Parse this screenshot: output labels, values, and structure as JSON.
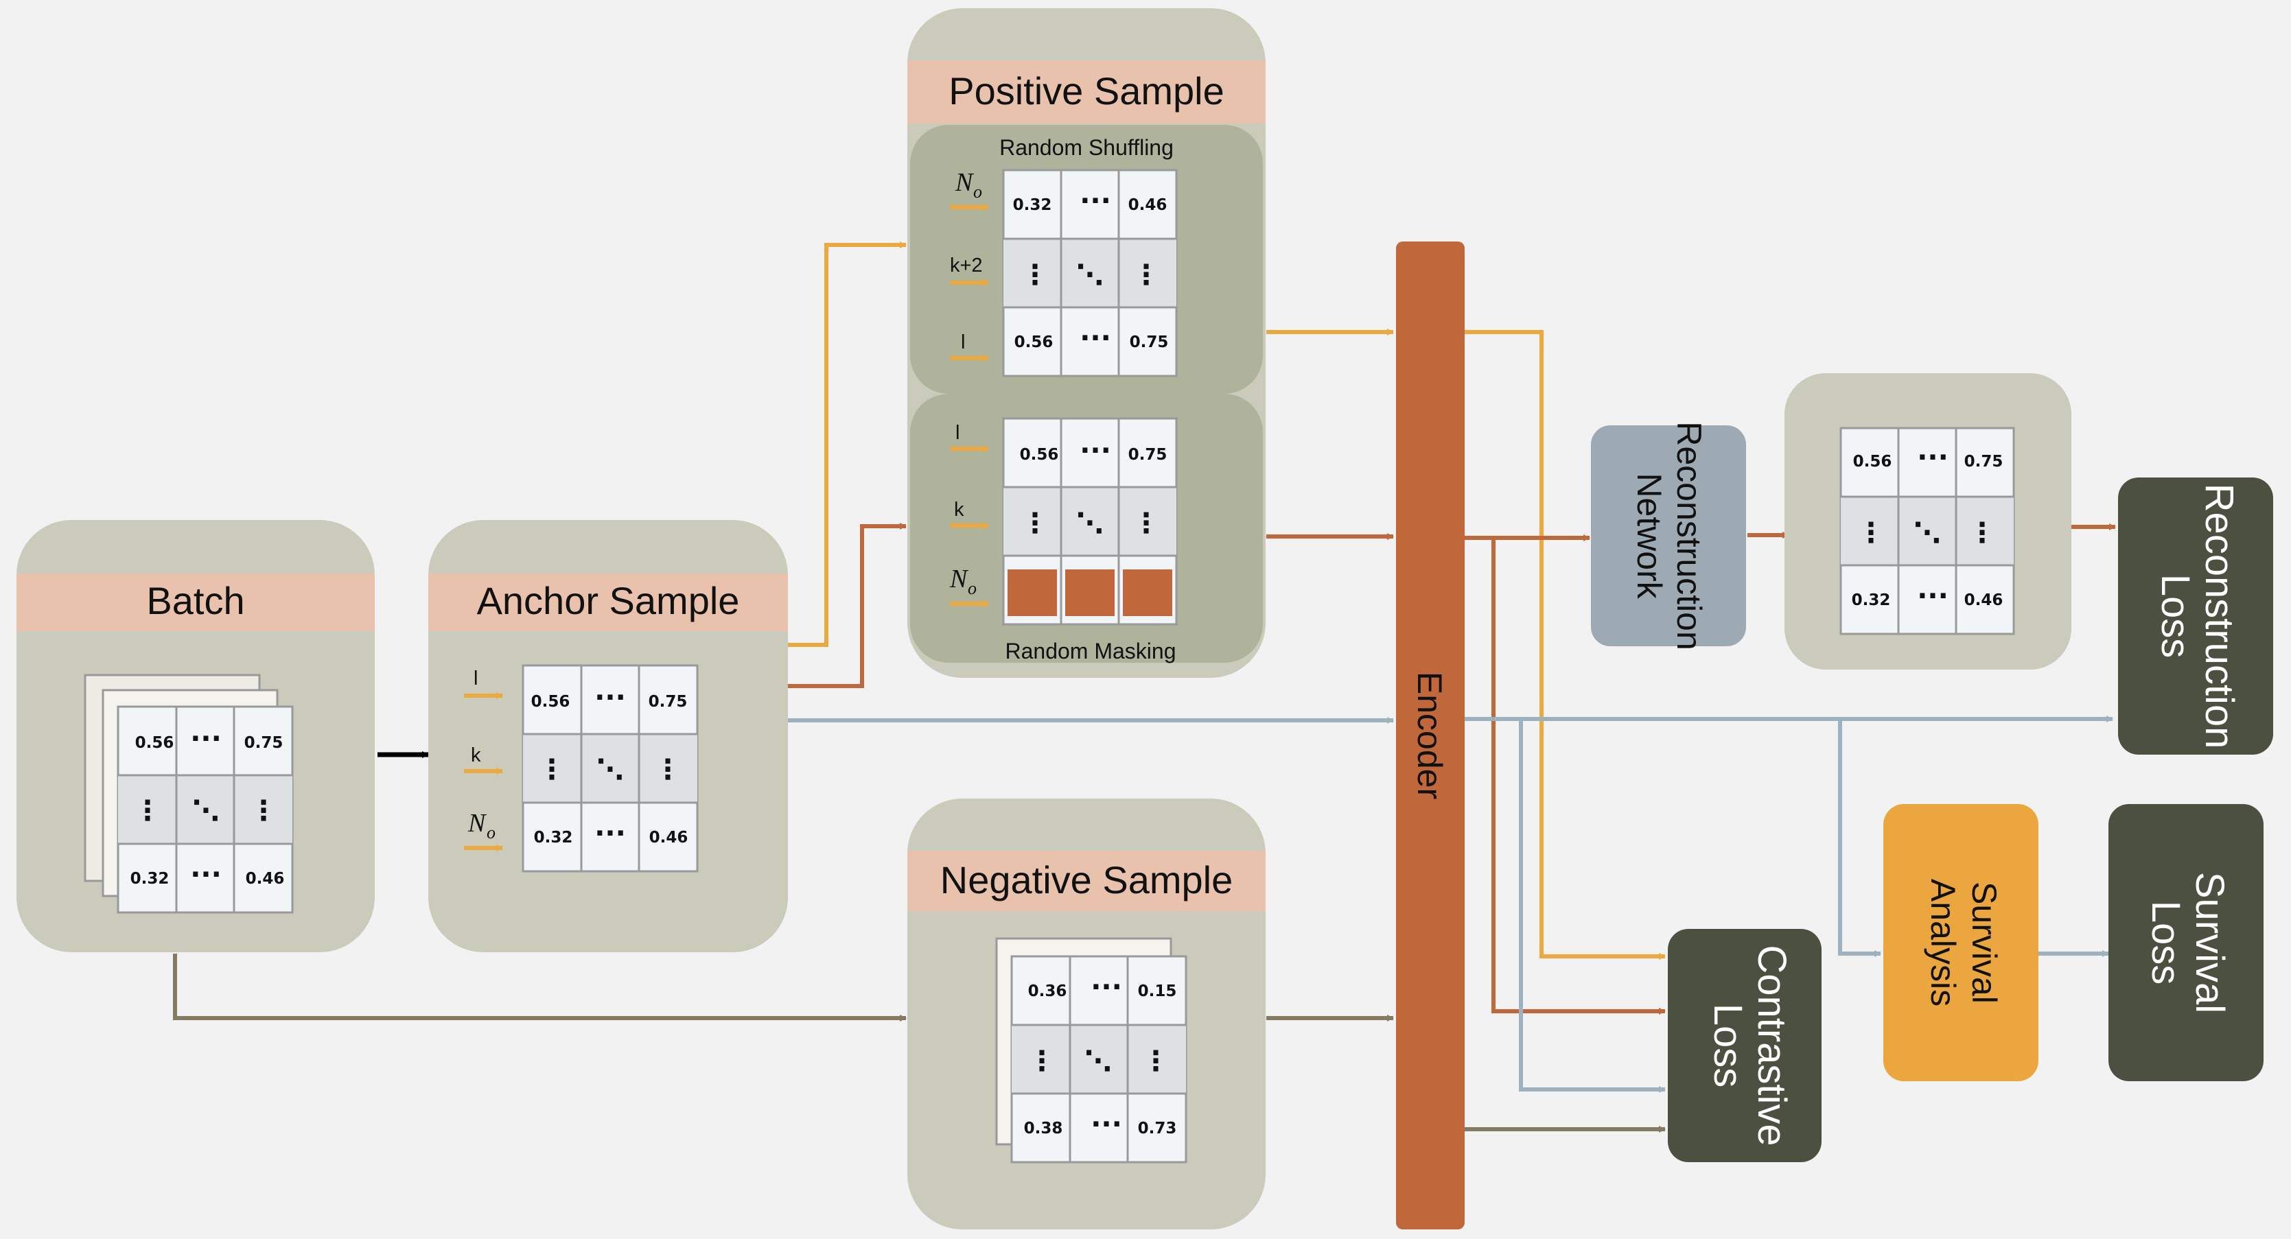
{
  "batch": {
    "title": "Batch",
    "cells": [
      "0.56",
      "0.75",
      "0.32",
      "0.46"
    ]
  },
  "anchor": {
    "title": "Anchor Sample",
    "rows": [
      "l",
      "k",
      "N",
      "o"
    ],
    "cells": [
      "0.56",
      "0.75",
      "0.32",
      "0.46"
    ]
  },
  "positive": {
    "title": "Positive Sample",
    "shuffle": {
      "label": "Random Shuffling",
      "rows": [
        "N",
        "o",
        "k+2",
        "l"
      ],
      "cells": [
        "0.32",
        "0.46",
        "0.56",
        "0.75"
      ]
    },
    "mask": {
      "label": "Random Masking",
      "rows": [
        "l",
        "k",
        "N",
        "o"
      ],
      "cells": [
        "0.56",
        "0.75"
      ]
    }
  },
  "negative": {
    "title": "Negative Sample",
    "cells": [
      "0.36",
      "0.15",
      "0.38",
      "0.73"
    ]
  },
  "encoder": {
    "label": "Encoder"
  },
  "reconstruction_network": {
    "line1": "Reconstruction",
    "line2": "Network"
  },
  "reconstructed": {
    "cells": [
      "0.56",
      "0.75",
      "0.32",
      "0.46"
    ]
  },
  "losses": {
    "reconstruction": {
      "line1": "Reconstruction",
      "line2": "Loss"
    },
    "contrastive": {
      "line1": "Contrastive",
      "line2": "Loss"
    },
    "survival": {
      "line1": "Survival",
      "line2": "Loss"
    }
  },
  "survival_analysis": {
    "line1": "Survival",
    "line2": "Analysis"
  },
  "colors": {
    "panel": "#cbcbbb",
    "header": "#e8c2ac",
    "inner": "#b0b39c",
    "encoder": "#c0673c",
    "orange": "#eca93f",
    "rust": "#c0673c",
    "gray": "#9db1bf",
    "brown": "#857a62",
    "dark": "#4c5040",
    "recon_net": "#9eaab3",
    "survival": "#eca63f"
  }
}
